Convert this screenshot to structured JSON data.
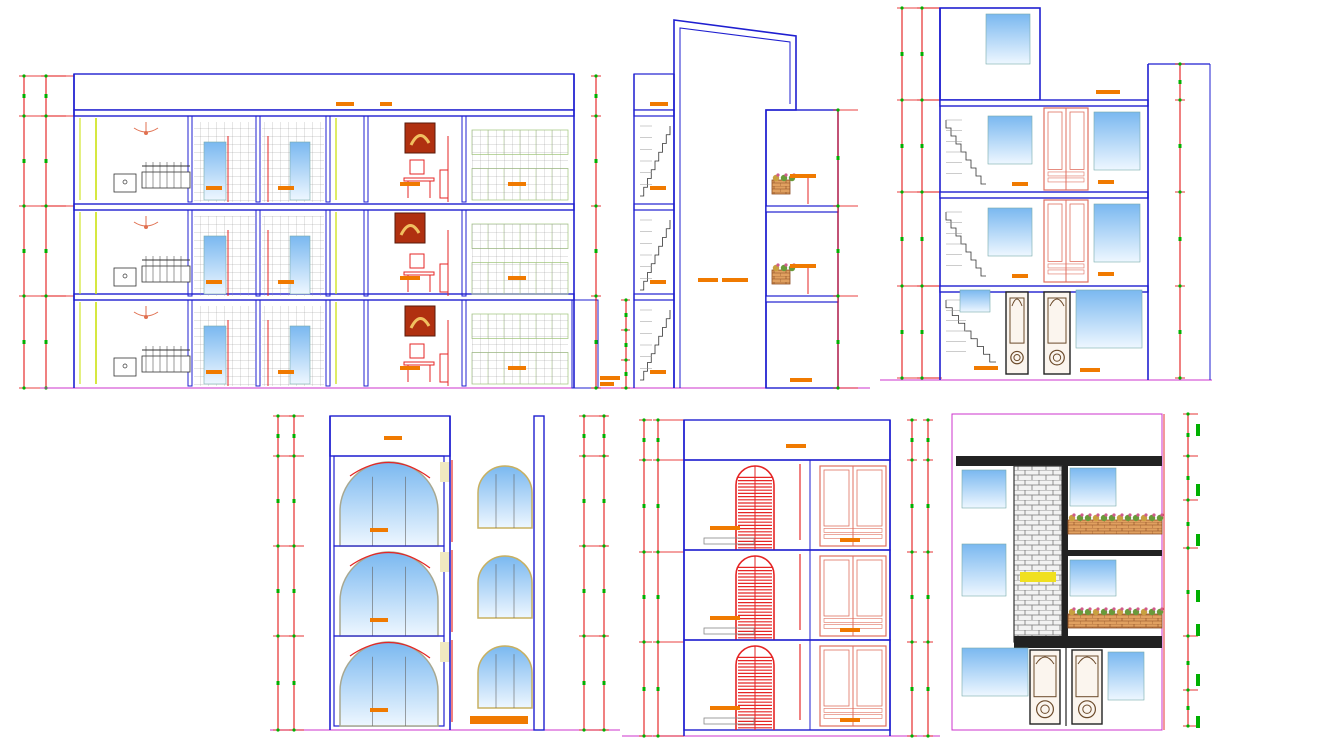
{
  "drawing": {
    "type": "architectural elevations and sections",
    "views": [
      {
        "id": "section-aa",
        "floors": 3
      },
      {
        "id": "section-bb",
        "floors": 3
      },
      {
        "id": "section-cc",
        "floors": 3
      },
      {
        "id": "elevation-rear",
        "floors": 3
      },
      {
        "id": "section-dd",
        "floors": 3
      },
      {
        "id": "elevation-front",
        "floors": 3
      }
    ],
    "colors": {
      "wall": "#1f1fd0",
      "dimension": "#e00000",
      "dim_text": "#00b000",
      "tag": "#f07a00",
      "glass_top": "#7ab8f0",
      "glass_bottom": "#e6f3ff",
      "ground": "#cc33cc",
      "door_red": "#e52525",
      "stone": "#888888",
      "slab_dark": "#222222",
      "planter_brick": "#d99a55",
      "wood_door": "#6b4a2a",
      "fixture": "#c8e000"
    },
    "symbols": [
      "bed-icon",
      "chandelier-icon",
      "wall-painting-icon",
      "desk-chair-icon",
      "kitchen-cabinet-icon",
      "staircase-icon",
      "wardrobe-icon",
      "carved-door-icon",
      "arched-window-icon",
      "planter-icon"
    ]
  }
}
